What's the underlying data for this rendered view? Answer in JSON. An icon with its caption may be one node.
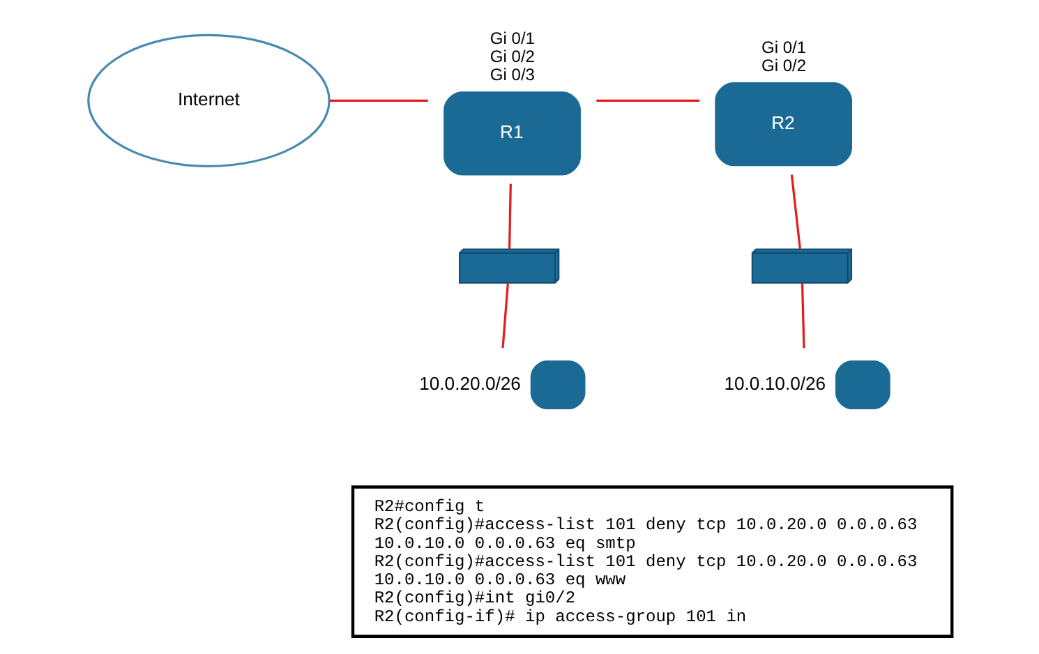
{
  "diagram": {
    "nodes": [
      {
        "text": [
          "Internet"
        ]
      },
      {
        "text": [
          "R1"
        ],
        "beside": [
          "Gi 0/1",
          "Gi 0/2",
          "Gi 0/3"
        ]
      },
      {
        "text": [
          "R2"
        ],
        "beside": [
          "Gi 0/1",
          "Gi 0/2"
        ]
      },
      {
        "text": [],
        "shape": "box"
      },
      {
        "text": [],
        "shape": "box"
      },
      {
        "text": [],
        "shape": "box",
        "beside": [
          "10.0.20.0/26"
        ]
      },
      {
        "text": [],
        "shape": "box",
        "beside": [
          "10.0.10.0/26"
        ]
      },
      {
        "text": [
          "R2#config t",
          "R2(config)#access-list 101 deny tcp 10.0.20.0 0.0.0.63 10.0.10.0 0.0.0.63 eq smtp",
          "R2(config)#access-list 101 deny tcp 10.0.20.0 0.0.0.63 10.0.10.0 0.0.0.63 eq www",
          "R2(config)#int gi0/2",
          "R2(config-if)# ip access-group 101 in"
        ]
      }
    ],
    "edges": [
      {
        "from": 0,
        "to": 1,
        "arrow": "none"
      },
      {
        "from": 1,
        "to": 2,
        "arrow": "none"
      },
      {
        "from": 1,
        "to": 3,
        "arrow": "none"
      },
      {
        "from": 3,
        "to": 5,
        "arrow": "none"
      },
      {
        "from": 2,
        "to": 4,
        "arrow": "none"
      },
      {
        "from": 4,
        "to": 6,
        "arrow": "none"
      }
    ]
  }
}
